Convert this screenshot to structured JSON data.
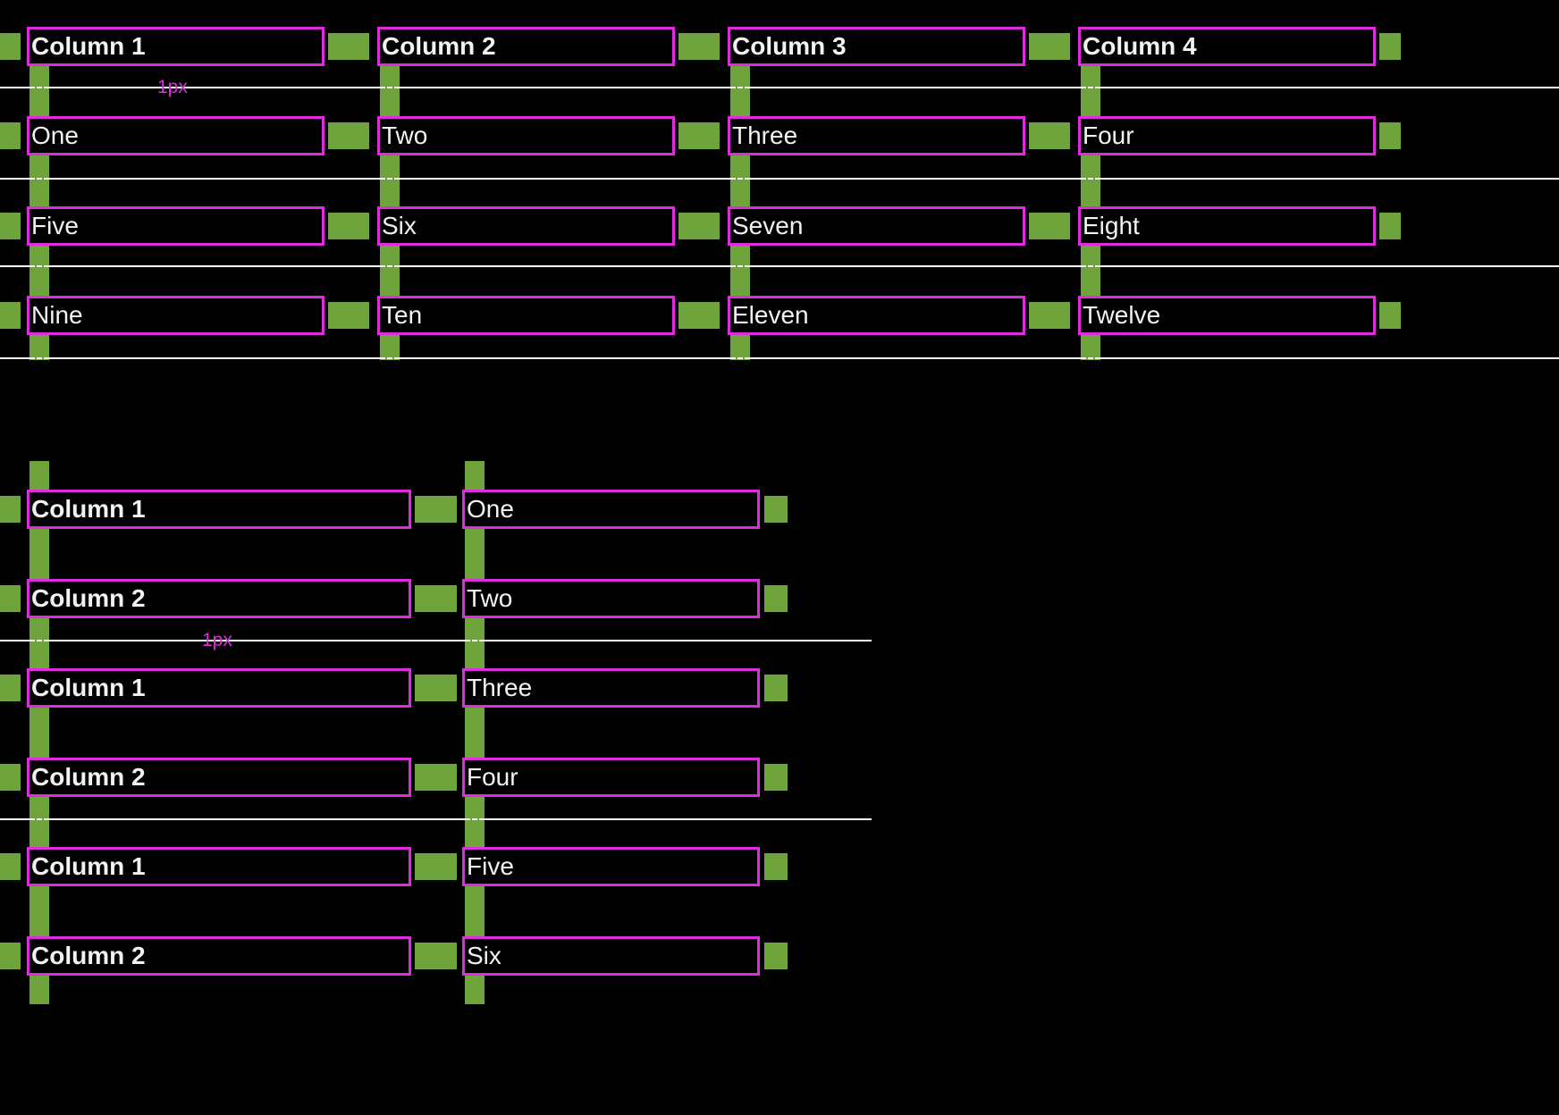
{
  "colors": {
    "background": "#000000",
    "padding_green": "#6FA33C",
    "box_magenta": "#DF2CDF",
    "border_line": "#FFFFFF",
    "cell_text": "#F2F2F2"
  },
  "top_table": {
    "headers": [
      "Column 1",
      "Column 2",
      "Column 3",
      "Column 4"
    ],
    "rows": [
      [
        "One",
        "Two",
        "Three",
        "Four"
      ],
      [
        "Five",
        "Six",
        "Seven",
        "Eight"
      ],
      [
        "Nine",
        "Ten",
        "Eleven",
        "Twelve"
      ]
    ],
    "border_label": "1px"
  },
  "bottom_table": {
    "rows": [
      {
        "header": "Column 1",
        "value": "One"
      },
      {
        "header": "Column 2",
        "value": "Two"
      },
      {
        "header": "Column 1",
        "value": "Three"
      },
      {
        "header": "Column 2",
        "value": "Four"
      },
      {
        "header": "Column 1",
        "value": "Five"
      },
      {
        "header": "Column 2",
        "value": "Six"
      }
    ],
    "border_label": "1px"
  }
}
